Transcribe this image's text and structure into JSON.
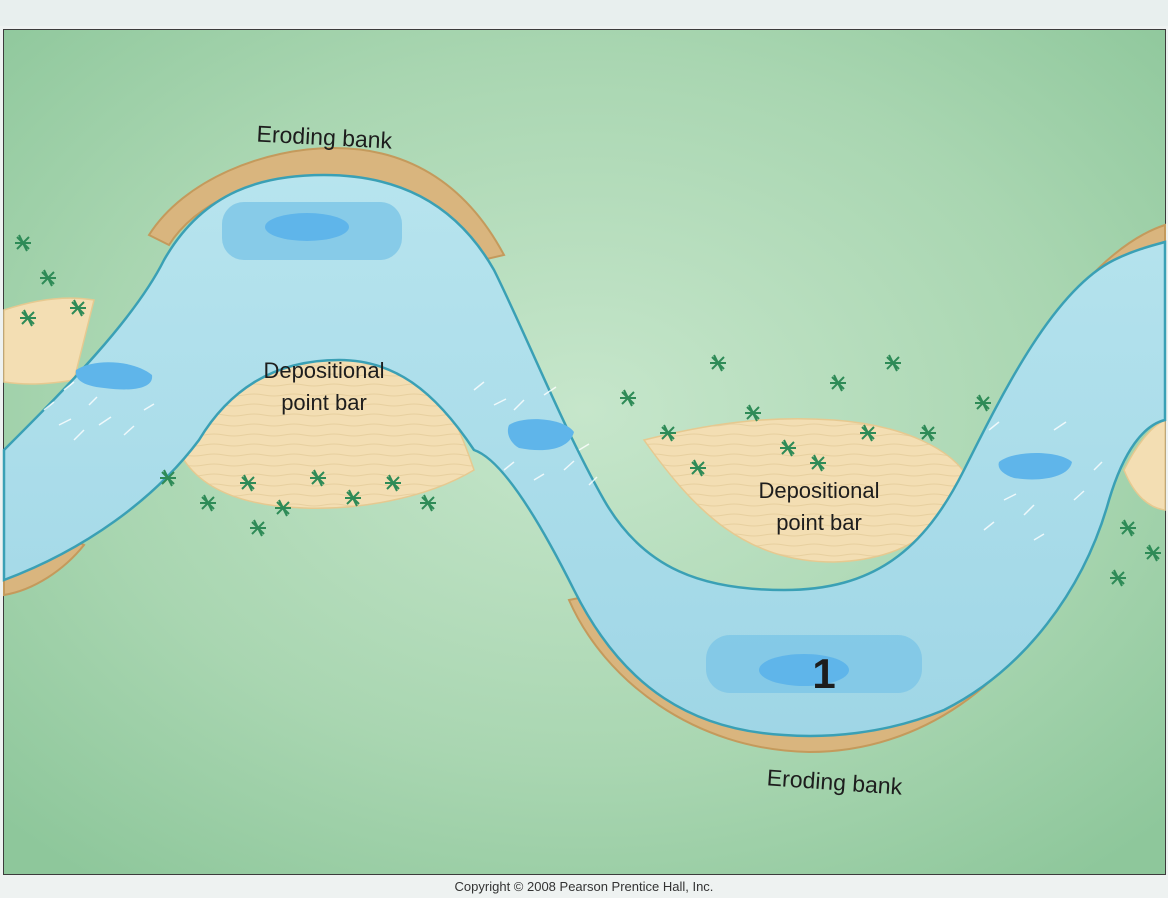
{
  "diagram": {
    "labels": {
      "eroding_bank_top": "Eroding bank",
      "eroding_bank_bottom": "Eroding bank",
      "point_bar_left_line1": "Depositional",
      "point_bar_left_line2": "point bar",
      "point_bar_right_line1": "Depositional",
      "point_bar_right_line2": "point bar",
      "pool_marker": "1"
    },
    "colors": {
      "floodplain": "#a9d3b0",
      "river_water": "#a8dcea",
      "river_edge": "#3aa0b5",
      "pool": "#7fc7e6",
      "pool_core": "#5fb5ea",
      "point_bar_sand": "#f3deb3",
      "eroding_bank": "#d9b57e",
      "vegetation": "#2e8b57"
    }
  },
  "footer": {
    "copyright": "Copyright © 2008 Pearson Prentice Hall, Inc."
  }
}
